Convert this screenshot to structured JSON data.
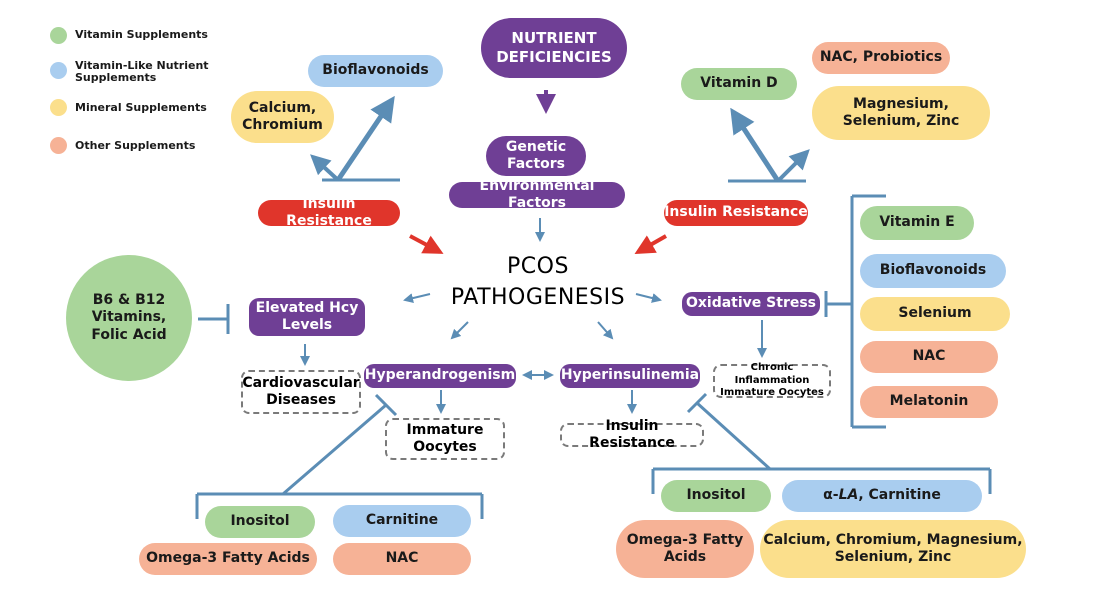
{
  "colors": {
    "vitamin": "#a9d59a",
    "vitamin_like": "#a9cdef",
    "mineral": "#fbdf8c",
    "other": "#f6b296",
    "process": "#6f3f95",
    "insulin": "#e0352b",
    "connector": "#5b8db5"
  },
  "legend": [
    {
      "label": "Vitamin Supplements",
      "color": "#a9d59a"
    },
    {
      "label": "Vitamin-Like Nutrient\nSupplements",
      "color": "#a9cdef"
    },
    {
      "label": "Mineral Supplements",
      "color": "#fbdf8c"
    },
    {
      "label": "Other Supplements",
      "color": "#f6b296"
    }
  ],
  "center": {
    "title": "PCOS\nPATHOGENESIS"
  },
  "top": {
    "nutrient_deficiencies": "NUTRIENT\nDEFICIENCIES",
    "genetic_factors": "Genetic\nFactors",
    "environmental_factors": "Environmental Factors"
  },
  "left_top": {
    "bioflavonoids": "Bioflavonoids",
    "calcium_chromium": "Calcium,\nChromium",
    "insulin_resistance": "Insulin Resistance"
  },
  "right_top": {
    "nac_probiotics": "NAC, Probiotics",
    "vitamin_d": "Vitamin D",
    "magnesium_selenium_zinc": "Magnesium,\nSelenium, Zinc",
    "insulin_resistance": "Insulin Resistance"
  },
  "left_mid": {
    "b_vitamins": "B6 & B12\nVitamins,\nFolic Acid",
    "elevated_hcy": "Elevated Hcy\nLevels",
    "cardiovascular": "Cardiovascular\nDiseases"
  },
  "middle": {
    "hyperandrogenism": "Hyperandrogenism",
    "hyperinsulinemia": "Hyperinsulinemia",
    "immature_oocytes": "Immature\nOocytes",
    "insulin_resistance": "Insulin Resistance"
  },
  "right_mid": {
    "oxidative_stress": "Oxidative Stress",
    "chronic_inflammation": "Chronic Inflammation\nImmature Oocytes",
    "bracket_items": [
      "Vitamin E",
      "Bioflavonoids",
      "Selenium",
      "NAC",
      "Melatonin"
    ]
  },
  "bottom_left": {
    "inositol": "Inositol",
    "carnitine": "Carnitine",
    "omega3": "Omega-3 Fatty Acids",
    "nac": "NAC"
  },
  "bottom_right": {
    "inositol": "Inositol",
    "alpha_prefix": "α-",
    "alpha_italic": "LA",
    "alpha_suffix": ", Carnitine",
    "omega3": "Omega-3 Fatty\nAcids",
    "minerals": "Calcium, Chromium, Magnesium,\nSelenium, Zinc"
  }
}
